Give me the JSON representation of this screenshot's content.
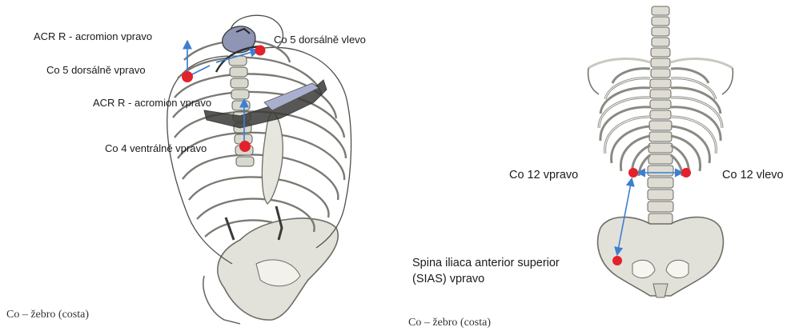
{
  "left_figure": {
    "labels": {
      "acr_top": "ACR R - acromion vpravo",
      "co5_left_dorsal": "Co 5 dorsálně vlevo",
      "co5_right_dorsal": "Co 5 dorsálně vpravo",
      "acr_mid": "ACR R - acromion vpravo",
      "co4_ventral": "Co 4 ventrálně vpravo"
    },
    "caption": "Co – žebro (costa)"
  },
  "right_figure": {
    "labels": {
      "co12_right": "Co 12 vpravo",
      "co12_left": "Co 12 vlevo",
      "sias_line1": "Spina iliaca anterior superior",
      "sias_line2": "(SIAS) vpravo"
    },
    "caption": "Co – žebro (costa)"
  },
  "colors": {
    "marker": "#e3212b",
    "arrow": "#3d7fd0",
    "bone": "#dcdbd3",
    "bone_outline": "#6d6d66"
  }
}
